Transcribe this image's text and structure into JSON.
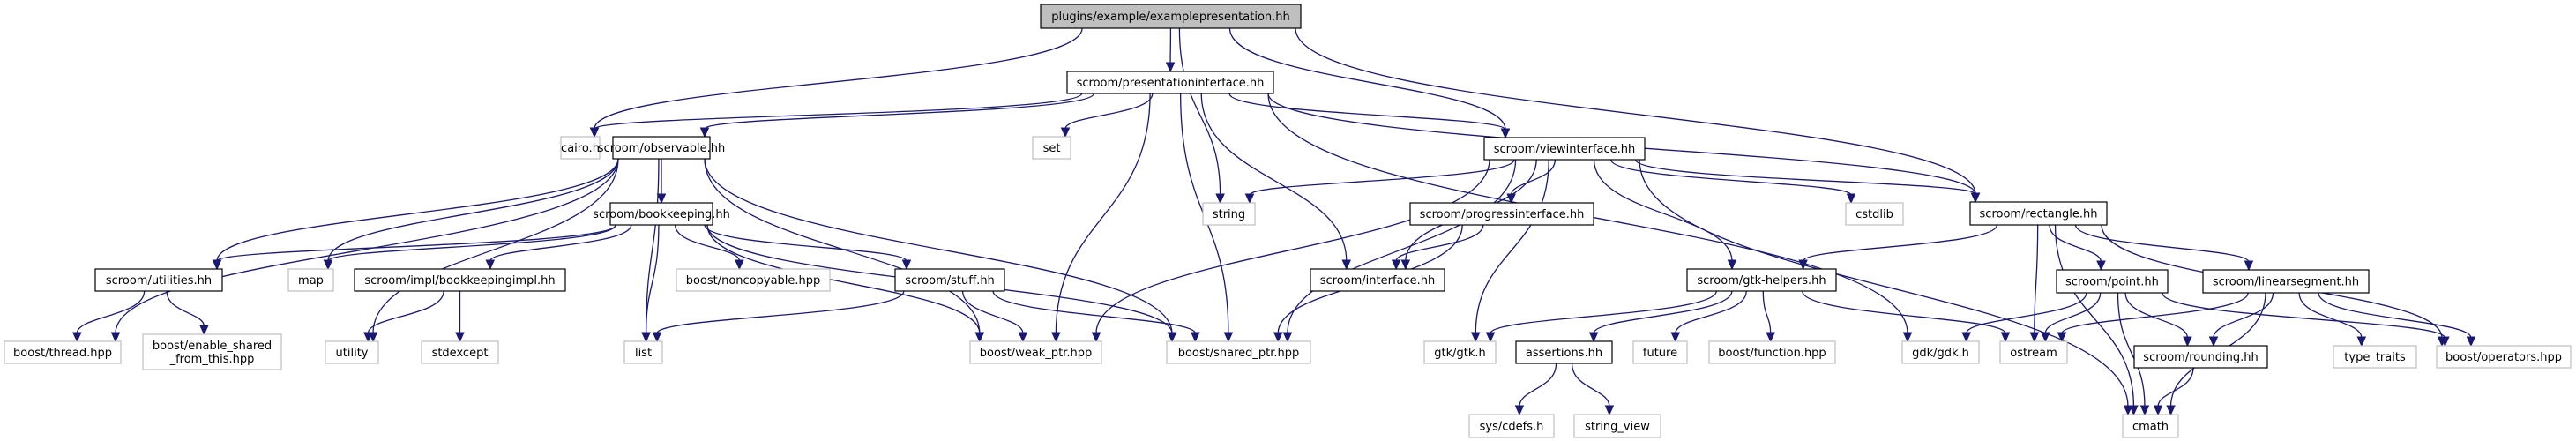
{
  "title": "plugins/example/examplepresentation.hh include dependency graph",
  "colors": {
    "edge": "#191970",
    "root_fill": "#bfbfbf",
    "local_border": "#000000",
    "system_border": "#bfbfbf"
  },
  "nodes": [
    {
      "id": "root",
      "label": "plugins/example/examplepresentation.hh",
      "kind": "root"
    },
    {
      "id": "presentationinterface",
      "label": "scroom/presentationinterface.hh",
      "kind": "local"
    },
    {
      "id": "cairo",
      "label": "cairo.h",
      "kind": "system"
    },
    {
      "id": "observable",
      "label": "scroom/observable.hh",
      "kind": "local"
    },
    {
      "id": "set",
      "label": "set",
      "kind": "system"
    },
    {
      "id": "viewinterface",
      "label": "scroom/viewinterface.hh",
      "kind": "local"
    },
    {
      "id": "bookkeeping",
      "label": "scroom/bookkeeping.hh",
      "kind": "local"
    },
    {
      "id": "string",
      "label": "string",
      "kind": "system"
    },
    {
      "id": "progressinterface",
      "label": "scroom/progressinterface.hh",
      "kind": "local"
    },
    {
      "id": "cstdlib",
      "label": "cstdlib",
      "kind": "system"
    },
    {
      "id": "rectangle",
      "label": "scroom/rectangle.hh",
      "kind": "local"
    },
    {
      "id": "utilities",
      "label": "scroom/utilities.hh",
      "kind": "local"
    },
    {
      "id": "map",
      "label": "map",
      "kind": "system"
    },
    {
      "id": "bookkeepingimpl",
      "label": "scroom/impl/bookkeepingimpl.hh",
      "kind": "local"
    },
    {
      "id": "noncopyable",
      "label": "boost/noncopyable.hpp",
      "kind": "system"
    },
    {
      "id": "stuff",
      "label": "scroom/stuff.hh",
      "kind": "local"
    },
    {
      "id": "interface",
      "label": "scroom/interface.hh",
      "kind": "local"
    },
    {
      "id": "gtkhelpers",
      "label": "scroom/gtk-helpers.hh",
      "kind": "local"
    },
    {
      "id": "point",
      "label": "scroom/point.hh",
      "kind": "local"
    },
    {
      "id": "linearsegment",
      "label": "scroom/linearsegment.hh",
      "kind": "local"
    },
    {
      "id": "thread",
      "label": "boost/thread.hpp",
      "kind": "system"
    },
    {
      "id": "enableshared",
      "label": "boost/enable_shared\n_from_this.hpp",
      "kind": "system"
    },
    {
      "id": "utility",
      "label": "utility",
      "kind": "system"
    },
    {
      "id": "stdexcept",
      "label": "stdexcept",
      "kind": "system"
    },
    {
      "id": "list",
      "label": "list",
      "kind": "system"
    },
    {
      "id": "weakptr",
      "label": "boost/weak_ptr.hpp",
      "kind": "system"
    },
    {
      "id": "sharedptr",
      "label": "boost/shared_ptr.hpp",
      "kind": "system"
    },
    {
      "id": "gtk",
      "label": "gtk/gtk.h",
      "kind": "system"
    },
    {
      "id": "assertions",
      "label": "assertions.hh",
      "kind": "local"
    },
    {
      "id": "future",
      "label": "future",
      "kind": "system"
    },
    {
      "id": "function",
      "label": "boost/function.hpp",
      "kind": "system"
    },
    {
      "id": "gdk",
      "label": "gdk/gdk.h",
      "kind": "system"
    },
    {
      "id": "ostream",
      "label": "ostream",
      "kind": "system"
    },
    {
      "id": "rounding",
      "label": "scroom/rounding.hh",
      "kind": "local"
    },
    {
      "id": "typetraits",
      "label": "type_traits",
      "kind": "system"
    },
    {
      "id": "operators",
      "label": "boost/operators.hpp",
      "kind": "system"
    },
    {
      "id": "cdefs",
      "label": "sys/cdefs.h",
      "kind": "system"
    },
    {
      "id": "stringview",
      "label": "string_view",
      "kind": "system"
    },
    {
      "id": "cmath",
      "label": "cmath",
      "kind": "system"
    }
  ],
  "edges": [
    [
      "root",
      "presentationinterface"
    ],
    [
      "root",
      "cairo"
    ],
    [
      "root",
      "string"
    ],
    [
      "root",
      "viewinterface"
    ],
    [
      "root",
      "rectangle"
    ],
    [
      "presentationinterface",
      "cairo"
    ],
    [
      "presentationinterface",
      "observable"
    ],
    [
      "presentationinterface",
      "set"
    ],
    [
      "presentationinterface",
      "viewinterface"
    ],
    [
      "presentationinterface",
      "rectangle"
    ],
    [
      "presentationinterface",
      "weakptr"
    ],
    [
      "presentationinterface",
      "sharedptr"
    ],
    [
      "presentationinterface",
      "interface"
    ],
    [
      "presentationinterface",
      "gdk"
    ],
    [
      "observable",
      "bookkeeping"
    ],
    [
      "observable",
      "utilities"
    ],
    [
      "observable",
      "map"
    ],
    [
      "observable",
      "list"
    ],
    [
      "observable",
      "weakptr"
    ],
    [
      "observable",
      "sharedptr"
    ],
    [
      "observable",
      "thread"
    ],
    [
      "observable",
      "utility"
    ],
    [
      "bookkeeping",
      "utilities"
    ],
    [
      "bookkeeping",
      "map"
    ],
    [
      "bookkeeping",
      "bookkeepingimpl"
    ],
    [
      "bookkeeping",
      "noncopyable"
    ],
    [
      "bookkeeping",
      "stuff"
    ],
    [
      "bookkeeping",
      "list"
    ],
    [
      "bookkeeping",
      "weakptr"
    ],
    [
      "bookkeeping",
      "sharedptr"
    ],
    [
      "utilities",
      "thread"
    ],
    [
      "utilities",
      "enableshared"
    ],
    [
      "bookkeepingimpl",
      "utility"
    ],
    [
      "bookkeepingimpl",
      "stdexcept"
    ],
    [
      "stuff",
      "list"
    ],
    [
      "stuff",
      "weakptr"
    ],
    [
      "stuff",
      "sharedptr"
    ],
    [
      "viewinterface",
      "string"
    ],
    [
      "viewinterface",
      "progressinterface"
    ],
    [
      "viewinterface",
      "cstdlib"
    ],
    [
      "viewinterface",
      "rectangle"
    ],
    [
      "viewinterface",
      "interface"
    ],
    [
      "viewinterface",
      "gtkhelpers"
    ],
    [
      "viewinterface",
      "weakptr"
    ],
    [
      "viewinterface",
      "sharedptr"
    ],
    [
      "viewinterface",
      "gtk"
    ],
    [
      "viewinterface",
      "cmath"
    ],
    [
      "progressinterface",
      "interface"
    ],
    [
      "progressinterface",
      "sharedptr"
    ],
    [
      "rectangle",
      "gtkhelpers"
    ],
    [
      "rectangle",
      "point"
    ],
    [
      "rectangle",
      "linearsegment"
    ],
    [
      "rectangle",
      "ostream"
    ],
    [
      "rectangle",
      "operators"
    ],
    [
      "rectangle",
      "cmath"
    ],
    [
      "gtkhelpers",
      "gtk"
    ],
    [
      "gtkhelpers",
      "assertions"
    ],
    [
      "gtkhelpers",
      "future"
    ],
    [
      "gtkhelpers",
      "function"
    ],
    [
      "gtkhelpers",
      "ostream"
    ],
    [
      "assertions",
      "cdefs"
    ],
    [
      "assertions",
      "stringview"
    ],
    [
      "point",
      "gdk"
    ],
    [
      "point",
      "ostream"
    ],
    [
      "point",
      "rounding"
    ],
    [
      "point",
      "operators"
    ],
    [
      "point",
      "cmath"
    ],
    [
      "linearsegment",
      "ostream"
    ],
    [
      "linearsegment",
      "rounding"
    ],
    [
      "linearsegment",
      "typetraits"
    ],
    [
      "linearsegment",
      "operators"
    ],
    [
      "linearsegment",
      "cmath"
    ],
    [
      "rounding",
      "cmath"
    ]
  ]
}
